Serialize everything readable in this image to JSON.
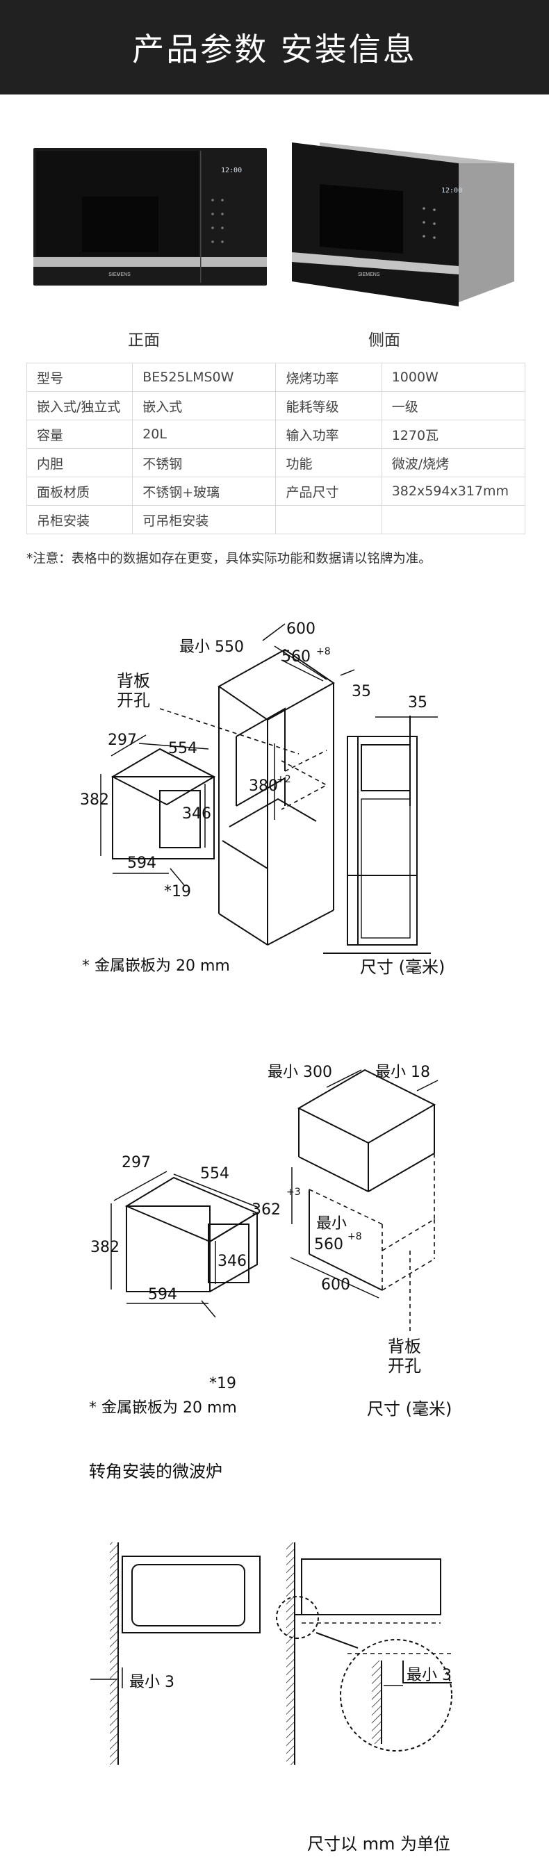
{
  "header": {
    "title": "产品参数 安装信息"
  },
  "views": {
    "front": "正面",
    "side": "侧面"
  },
  "brand": "SIEMENS",
  "display": "12:00",
  "specs": [
    [
      "型号",
      "BE525LMS0W",
      "烧烤功率",
      "1000W"
    ],
    [
      "嵌入式/独立式",
      "嵌入式",
      "能耗等级",
      "一级"
    ],
    [
      "容量",
      "20L",
      "输入功率",
      "1270瓦"
    ],
    [
      "内胆",
      "不锈钢",
      "功能",
      "微波/烧烤"
    ],
    [
      "面板材质",
      "不锈钢+玻璃",
      "产品尺寸",
      "382x594x317mm"
    ],
    [
      "吊柜安装",
      "可吊柜安装",
      "",
      ""
    ]
  ],
  "note": "*注意：表格中的数据如存在更变，具体实际功能和数据请以铭牌为准。",
  "diagram1": {
    "min550": "最小 550",
    "d600": "600",
    "d560": "560",
    "d560sup": "+8",
    "d35a": "35",
    "d35b": "35",
    "back_panel_1": "背板",
    "back_panel_2": "开孔",
    "d297": "297",
    "d554": "554",
    "d382": "382",
    "d346": "346",
    "d380": "380",
    "d380sup": "+2",
    "d594": "594",
    "d19": "*19",
    "metal_note": "* 金属嵌板为 20 mm",
    "unit": "尺寸 (毫米)"
  },
  "diagram2": {
    "min300": "最小 300",
    "min18": "最小 18",
    "d362": "362",
    "d362sup": "+3",
    "min": "最小",
    "d560": "560",
    "d560sup": "+8",
    "d600": "600",
    "d297": "297",
    "d554": "554",
    "d382": "382",
    "d346": "346",
    "d594": "594",
    "d19": "*19",
    "back_panel_1": "背板",
    "back_panel_2": "开孔",
    "metal_note": "* 金属嵌板为 20 mm",
    "unit": "尺寸 (毫米)"
  },
  "corner": {
    "title": "转角安装的微波炉",
    "min3_left": "最小 3",
    "min3_right": "最小 3",
    "unit": "尺寸以 mm 为单位"
  }
}
